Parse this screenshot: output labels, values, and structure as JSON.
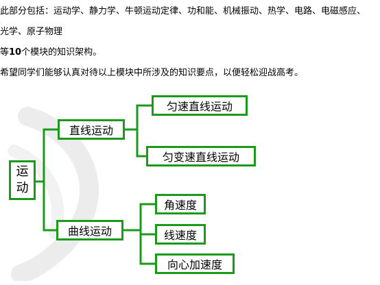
{
  "intro": {
    "line1": "此部分包括：运动学、静力学、牛顿运动定律、功和能、机械振动、热学、电路、电磁感应、",
    "line2": "光学、原子物理",
    "line3_prefix": "等",
    "line3_number": "10",
    "line3_suffix": "个模块的知识架构。",
    "line4": "希望同学们能够认真对待以上模块中所涉及的知识要点，以便轻松迎战高考。"
  },
  "diagram": {
    "root_line1": "运",
    "root_line2": "动",
    "branch_straight": "直线运动",
    "branch_curved": "曲线运动",
    "leaf_uniform": "匀速直线运动",
    "leaf_variable": "匀变速直线运动",
    "leaf_angular": "角速度",
    "leaf_linear": "线速度",
    "leaf_centripetal": "向心加速度",
    "line_color": "#1a9a1a"
  }
}
